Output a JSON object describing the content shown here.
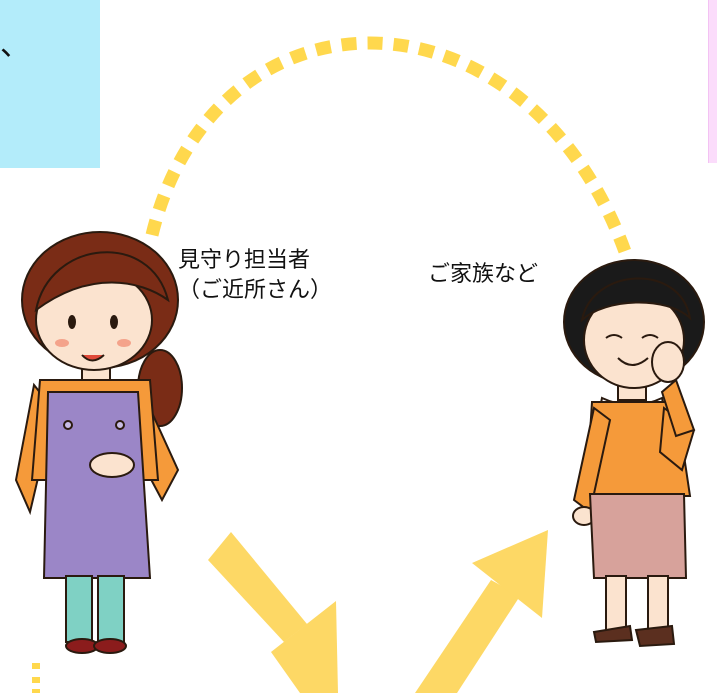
{
  "left_box": {
    "partial_text": "、"
  },
  "caretaker": {
    "line1": "見守り担当者",
    "line2": "（ご近所さん）"
  },
  "family": {
    "label": "ご家族など"
  },
  "colors": {
    "dot_arc": "#ffd84d",
    "arrows": "#fdd865",
    "left_box_bg": "#b3ecfa",
    "right_box_bg": "#fbdcfb",
    "apron": "#9b86c7",
    "shirt_orange": "#f59a3a",
    "skirt": "#d7a29b"
  },
  "icons": [
    "caretaker-woman-illustration",
    "family-woman-illustration",
    "dotted-arc-connector",
    "down-arrow",
    "up-arrow"
  ]
}
